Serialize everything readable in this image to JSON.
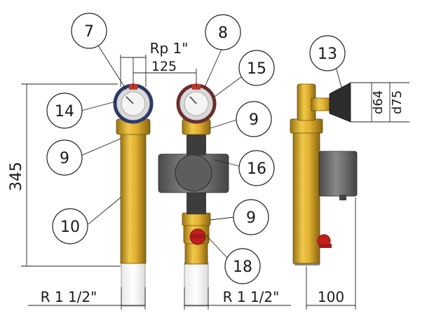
{
  "diagram": {
    "callouts": [
      "7",
      "8",
      "15",
      "14",
      "9",
      "9",
      "16",
      "10",
      "9",
      "18",
      "13"
    ],
    "dimensions": {
      "height": "345",
      "thread_top": "Rp 1\"",
      "axis_distance": "125",
      "thread_bottom_left": "R 1 1/2\"",
      "thread_bottom_right": "R 1 1/2\"",
      "depth": "100",
      "d_inner": "d64",
      "d_outer": "d75"
    },
    "colors": {
      "brass": "#d8a82a",
      "pump_body": "#6f6f6f",
      "valve_red": "#c41e1e",
      "gauge_blue": "#3a4a7a",
      "line": "#1a1a1a"
    }
  }
}
